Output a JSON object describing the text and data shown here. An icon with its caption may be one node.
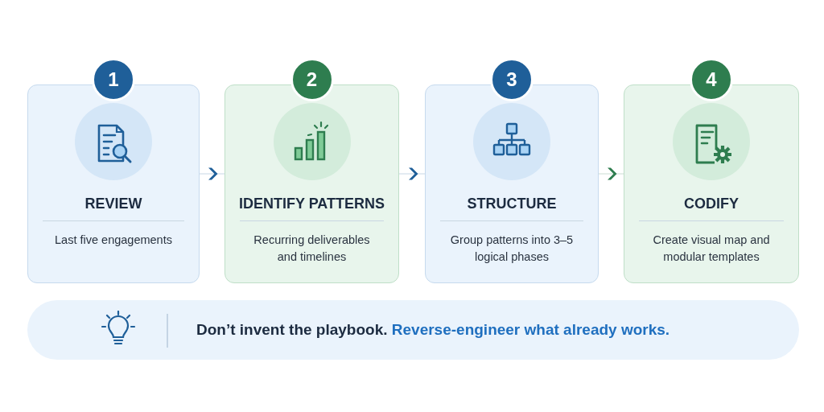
{
  "diagram": {
    "nodes": [
      {
        "text": [
          "1",
          "REVIEW",
          "Last five engagements"
        ]
      },
      {
        "text": [
          "2",
          "IDENTIFY PATTERNS",
          "Recurring deliverables and timelines"
        ]
      },
      {
        "text": [
          "3",
          "STRUCTURE",
          "Group patterns into 3–5 logical phases"
        ]
      },
      {
        "text": [
          "4",
          "CODIFY",
          "Create visual map and modular templates"
        ]
      },
      {
        "text": [
          "Don’t invent the playbook.",
          "Reverse-engineer what already works."
        ]
      }
    ],
    "edges": [
      {
        "from": 0,
        "to": 1,
        "arrow": "to"
      },
      {
        "from": 1,
        "to": 2,
        "arrow": "to"
      },
      {
        "from": 2,
        "to": 3,
        "arrow": "to",
        "color": "#2e7d4f"
      }
    ]
  }
}
